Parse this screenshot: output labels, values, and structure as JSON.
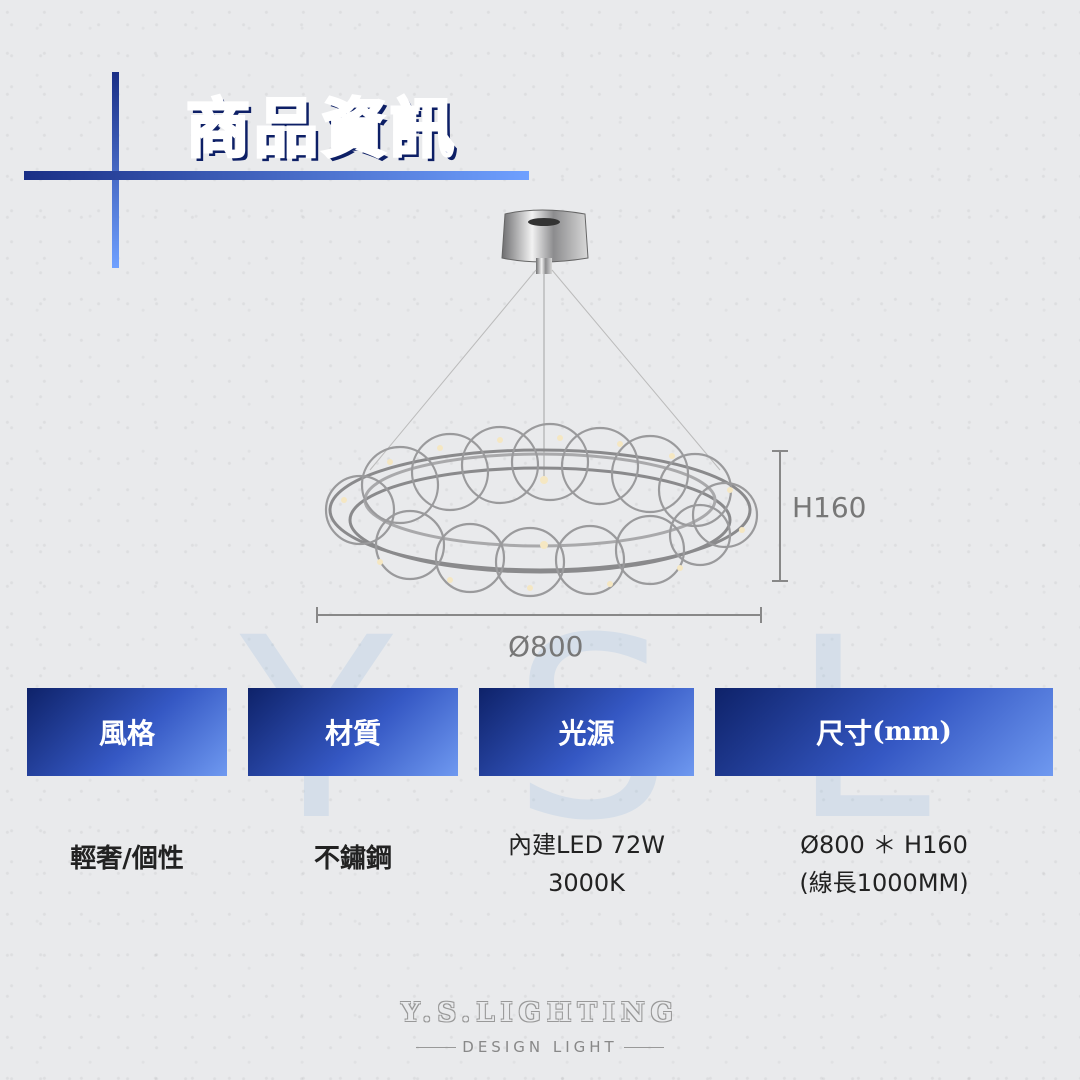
{
  "title": "商品資訊",
  "watermark": "YSL",
  "dimensions": {
    "height_label": "H160",
    "width_label": "Ø800"
  },
  "spec_table": {
    "headers": [
      "風格",
      "材質",
      "光源"
    ],
    "size_header": "尺寸",
    "size_unit": "(mm)",
    "values": {
      "style": "輕奢/個性",
      "material": "不鏽鋼",
      "light_line1": "內建LED 72W",
      "light_line2": "3000K",
      "size_line1": "Ø800 ＊ H160",
      "size_line2": "(線長1000MM)"
    }
  },
  "brand": {
    "name": "Y.S.LIGHTING",
    "tagline": "DESIGN LIGHT"
  },
  "colors": {
    "accent_dark": "#0e2269",
    "accent_light": "#6f99f0"
  }
}
